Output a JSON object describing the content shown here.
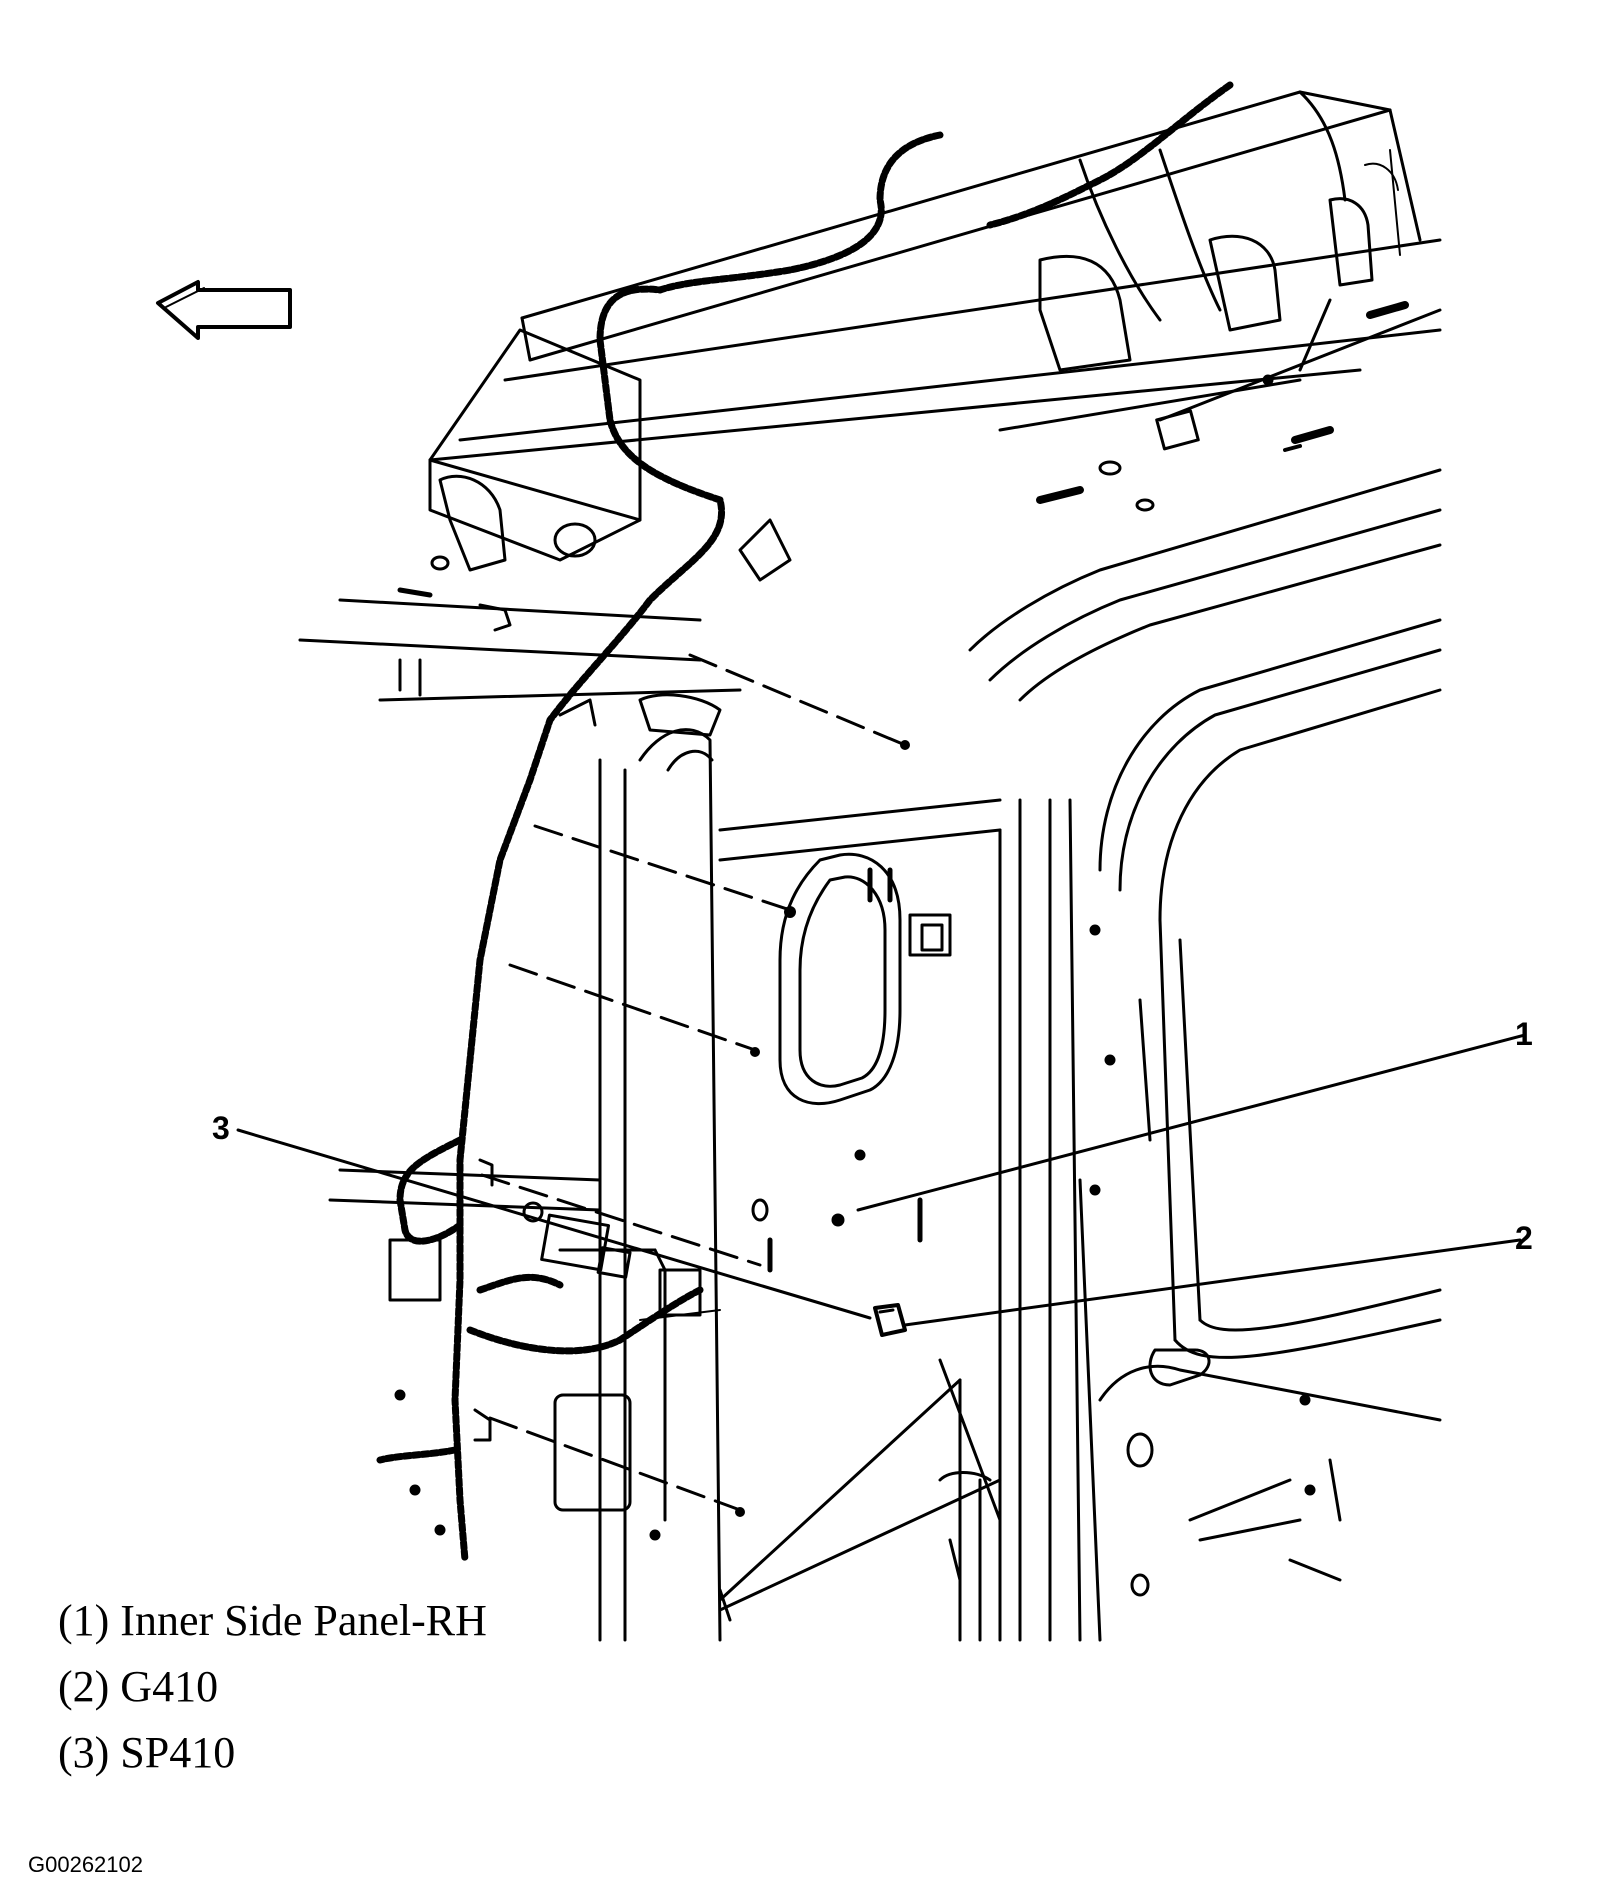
{
  "diagram": {
    "callouts": [
      {
        "number": "1",
        "label": "(1) Inner Side Panel-RH"
      },
      {
        "number": "2",
        "label": "(2) G410"
      },
      {
        "number": "3",
        "label": "(3) SP410"
      }
    ],
    "figure_id": "G00262102",
    "direction_arrow": "left-arrow-icon"
  }
}
